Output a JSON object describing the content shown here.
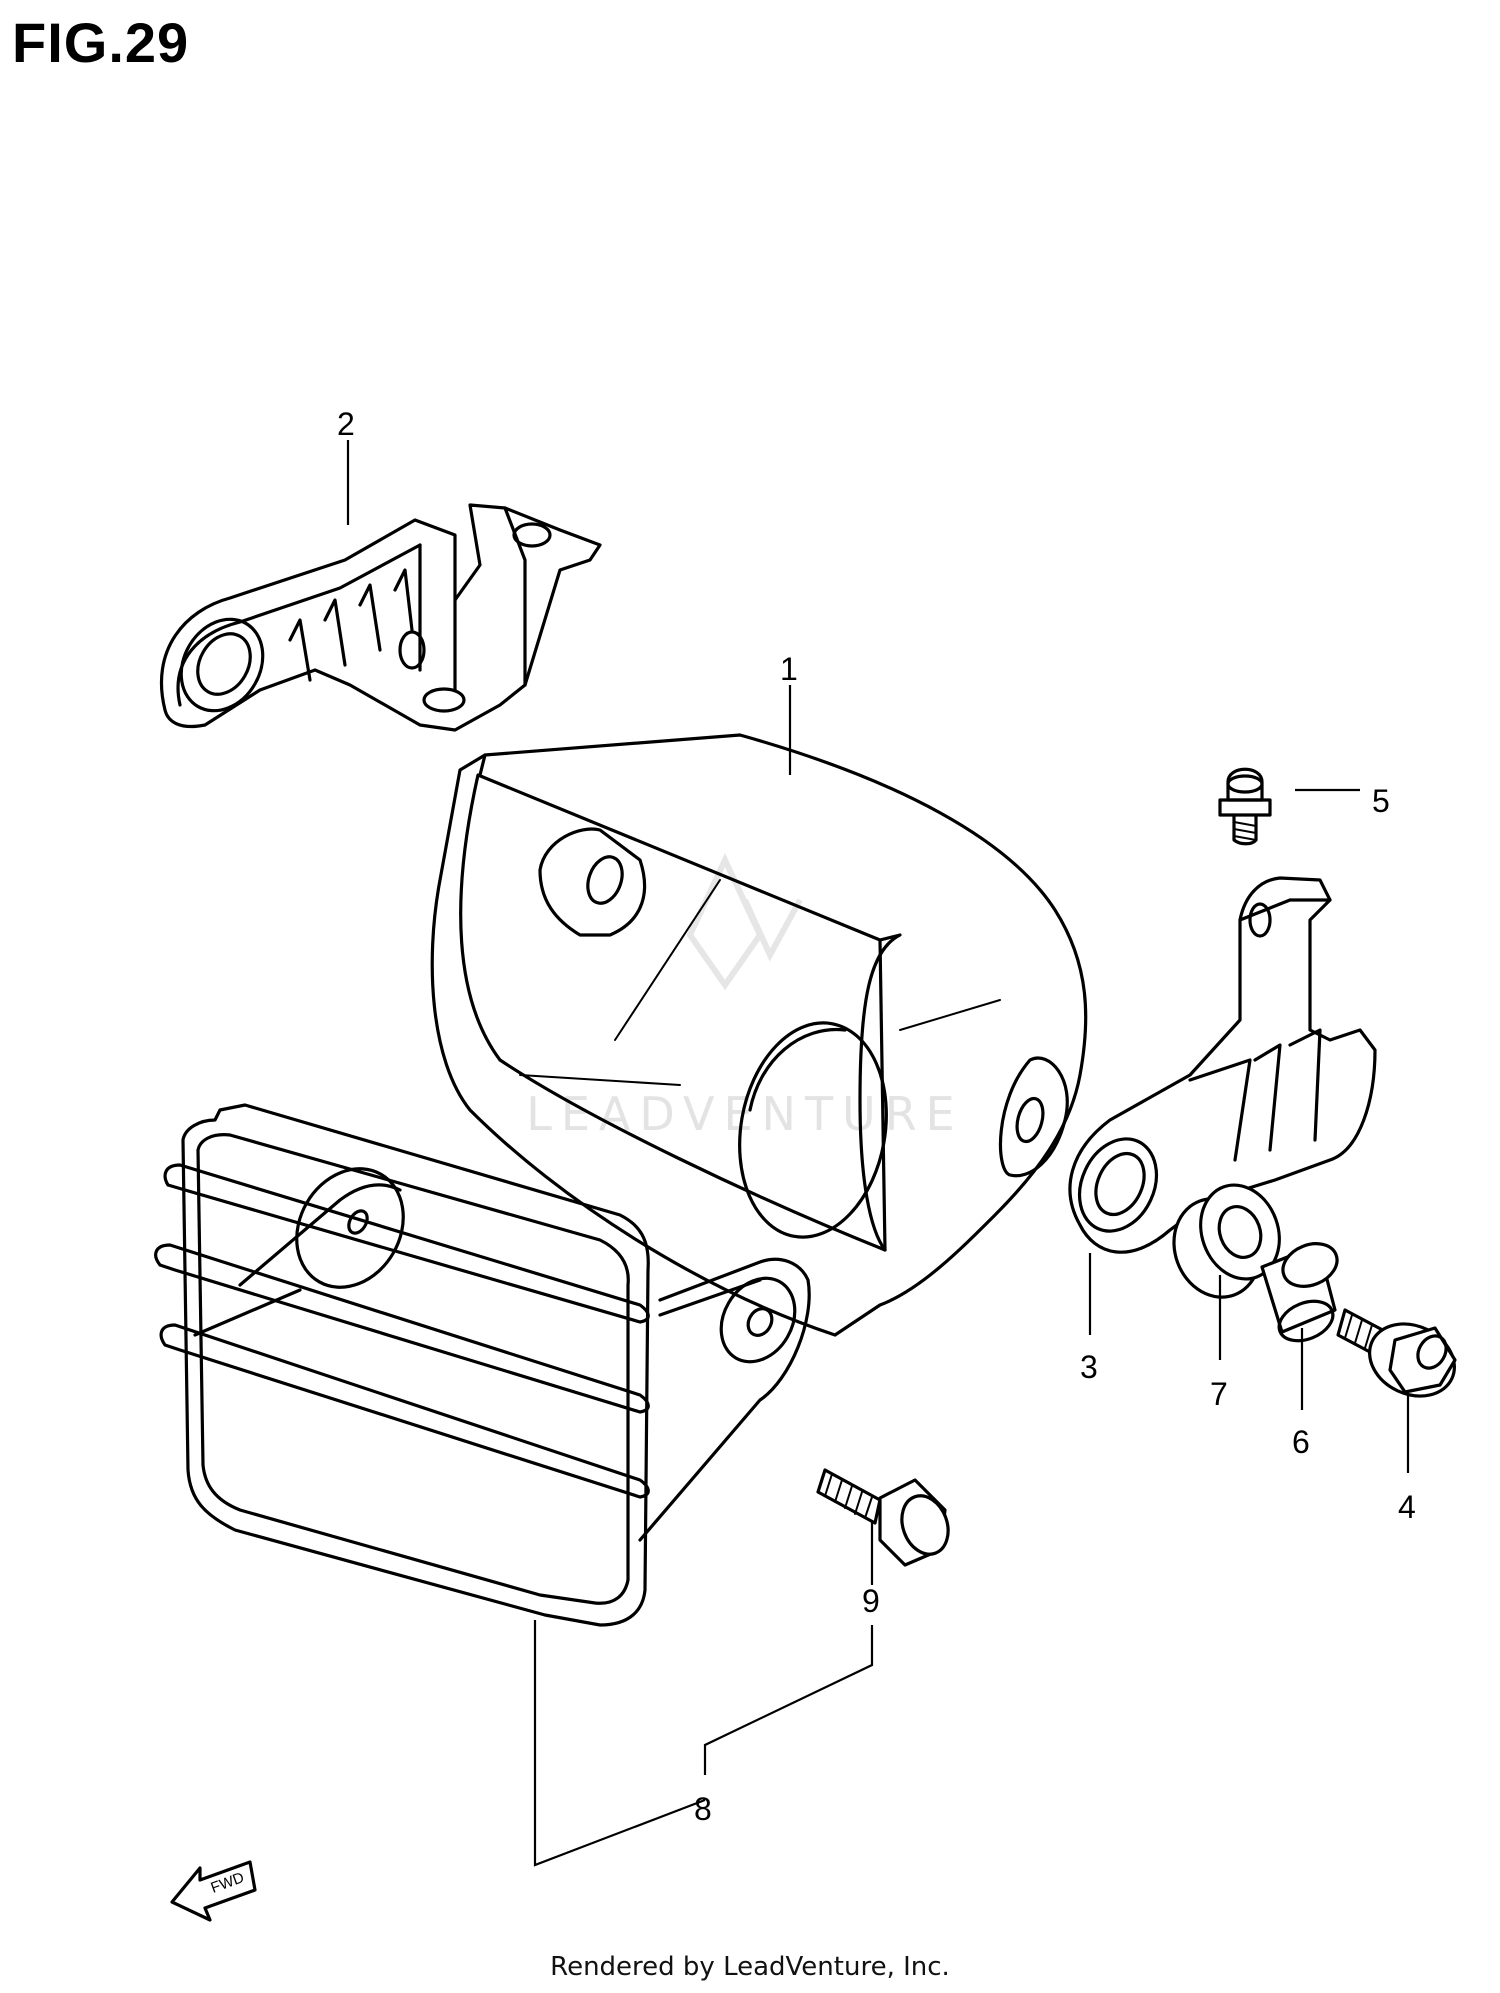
{
  "figure": {
    "title": "FIG.29",
    "footer": "Rendered by LeadVenture, Inc.",
    "watermark": "LEADVENTURE",
    "fwd_label": "FWD"
  },
  "callouts": [
    {
      "id": "1",
      "label": "1"
    },
    {
      "id": "2",
      "label": "2"
    },
    {
      "id": "3",
      "label": "3"
    },
    {
      "id": "4",
      "label": "4"
    },
    {
      "id": "5",
      "label": "5"
    },
    {
      "id": "6",
      "label": "6"
    },
    {
      "id": "7",
      "label": "7"
    },
    {
      "id": "8",
      "label": "8"
    },
    {
      "id": "9",
      "label": "9"
    }
  ]
}
